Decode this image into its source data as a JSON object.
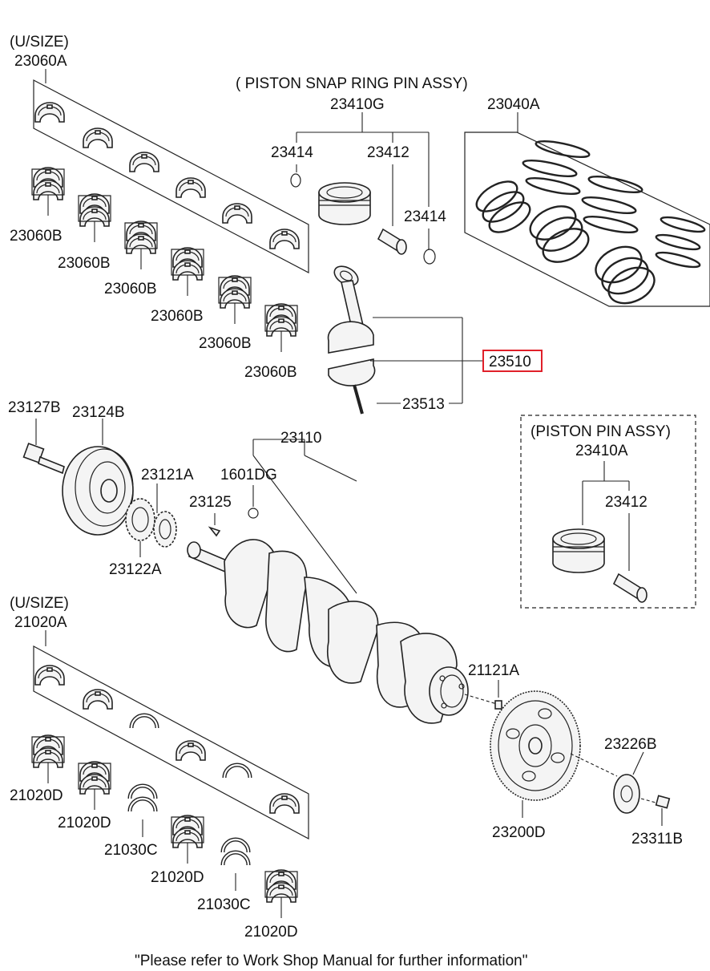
{
  "highlight_color": "#e0202a",
  "labels": {
    "usize_top": "(U/SIZE)",
    "p23060A": "23060A",
    "piston_snap_assy": "( PISTON  SNAP RING  PIN ASSY)",
    "p23410G": "23410G",
    "p23040A": "23040A",
    "p23414_a": "23414",
    "p23412_a": "23412",
    "p23414_b": "23414",
    "p23060B_1": "23060B",
    "p23060B_2": "23060B",
    "p23060B_3": "23060B",
    "p23060B_4": "23060B",
    "p23060B_5": "23060B",
    "p23060B_6": "23060B",
    "p23510": "23510",
    "p23513": "23513",
    "p23127B": "23127B",
    "p23124B": "23124B",
    "p23110": "23110",
    "p1601DG": "1601DG",
    "p23121A": "23121A",
    "p23125": "23125",
    "p23122A": "23122A",
    "piston_pin_assy": "(PISTON  PIN ASSY)",
    "p23410A": "23410A",
    "p23412_b": "23412",
    "usize_bottom": "(U/SIZE)",
    "p21020A": "21020A",
    "p21121A": "21121A",
    "p23226B": "23226B",
    "p21020D_1": "21020D",
    "p21020D_2": "21020D",
    "p21030C_1": "21030C",
    "p21020D_3": "21020D",
    "p21030C_2": "21030C",
    "p21020D_4": "21020D",
    "p23200D": "23200D",
    "p23311B": "23311B"
  },
  "footer": "\"Please refer to Work Shop Manual for further information\""
}
